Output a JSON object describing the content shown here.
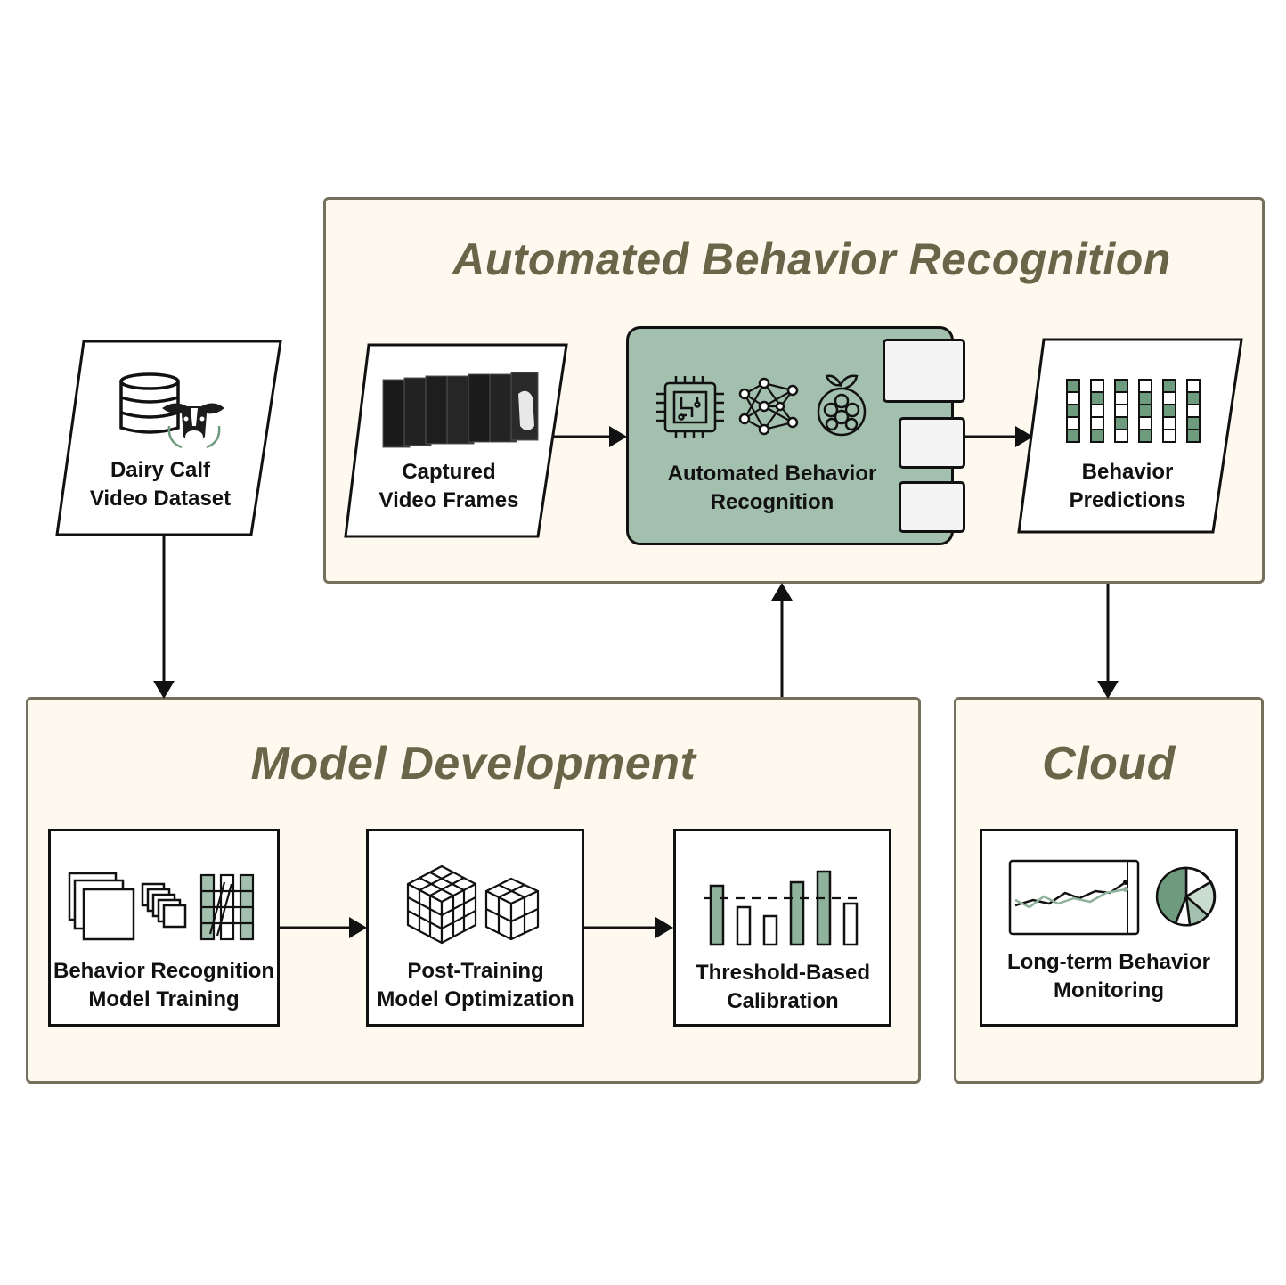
{
  "panels": {
    "recognition": {
      "title": "Automated Behavior Recognition"
    },
    "development": {
      "title": "Model Development"
    },
    "cloud": {
      "title": "Cloud"
    }
  },
  "nodes": {
    "dataset": {
      "line1": "Dairy Calf",
      "line2": "Video Dataset",
      "icon": "database-cow-icon"
    },
    "frames": {
      "line1": "Captured",
      "line2": "Video Frames",
      "icon": "video-frames-icon"
    },
    "recognizer": {
      "line1": "Automated Behavior",
      "line2": "Recognition",
      "icons": [
        "chip-icon",
        "neural-network-icon",
        "raspberry-pi-icon"
      ]
    },
    "predictions": {
      "line1": "Behavior",
      "line2": "Predictions",
      "icon": "prediction-grid-icon"
    },
    "training": {
      "line1": "Behavior Recognition",
      "line2": "Model Training",
      "icon": "layers-icon"
    },
    "optimization": {
      "line1": "Post-Training",
      "line2": "Model Optimization",
      "icon": "cube-icon"
    },
    "calibration": {
      "line1": "Threshold-Based",
      "line2": "Calibration",
      "icon": "threshold-bars-icon"
    },
    "monitoring": {
      "line1": "Long-term Behavior",
      "line2": "Monitoring",
      "icon": "dashboard-icon"
    }
  },
  "colors": {
    "panel_fill": "#fdf9ee",
    "panel_border": "#74705c",
    "title": "#6a6448",
    "accent_green": "#a3bfae",
    "dark_green": "#6e9a7e"
  }
}
